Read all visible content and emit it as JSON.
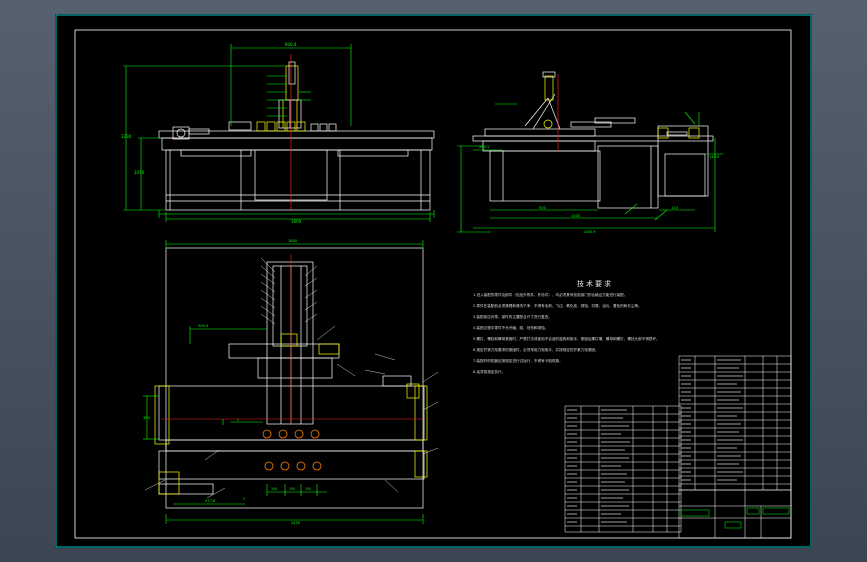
{
  "drawing": {
    "technical_notes": {
      "title": "技术要求",
      "items": [
        "1.进入装配的零件及部件（包括外购件、外协件），均必须具有检验部门的合格证方能进行装配。",
        "2.零件在装配前必须清理和清洗干净，不得有毛刺、飞边、氧化皮、锈蚀、切屑、油污、着色剂和灰尘等。",
        "3.装配前应对零、部件的主要配合尺寸进行复查。",
        "4.装配过程中零件不允许磕、碰、划伤和锈蚀。",
        "5.螺钉、螺栓和螺母紧固时，严禁打击或使用不合适的旋具和扳手，紧固后螺钉槽、螺母和螺钉、螺栓头部不得损坏。",
        "6.规定拧紧力矩要求的紧固件，必须采用力矩扳手，并按规定的拧紧力矩紧固。",
        "7.装配好的机器应按规定进行试运行，不得有卡阻现象。",
        "8.油漆按规定执行。"
      ]
    },
    "dimensions": {
      "front_top": "600.4",
      "front_height": "1230",
      "front_base": "1600",
      "front_inner": "1070",
      "side_top_left": "200.1",
      "side_main": "500",
      "side_total": "1100",
      "side_overall": "1300.9",
      "side_right": "110",
      "side_right_v": "140.4",
      "plan_top": "1800",
      "plan_left": "500.4",
      "plan_width": "2450",
      "plan_bottom_1": "100",
      "plan_bottom_2": "100",
      "plan_bottom_3": "100",
      "plan_bottom_left": "477.6",
      "plan_side": "300",
      "plan_label_1": "1",
      "plan_label_2": "2"
    },
    "bom_left": {
      "rows": [
        "",
        "",
        "",
        "",
        "",
        "",
        "",
        "",
        "",
        "",
        "",
        "",
        "",
        "",
        ""
      ]
    },
    "bom_right": {
      "rows": [
        "",
        "",
        "",
        "",
        "",
        "",
        "",
        "",
        "",
        "",
        "",
        "",
        "",
        "",
        ""
      ]
    },
    "colors": {
      "outline": "#ffffff",
      "dimension": "#00ff00",
      "red_line": "#ff2020",
      "yellow": "#ffff00",
      "orange": "#ff7f00",
      "cyan": "#00ffff",
      "sheet_border": "#00d0d0"
    }
  }
}
